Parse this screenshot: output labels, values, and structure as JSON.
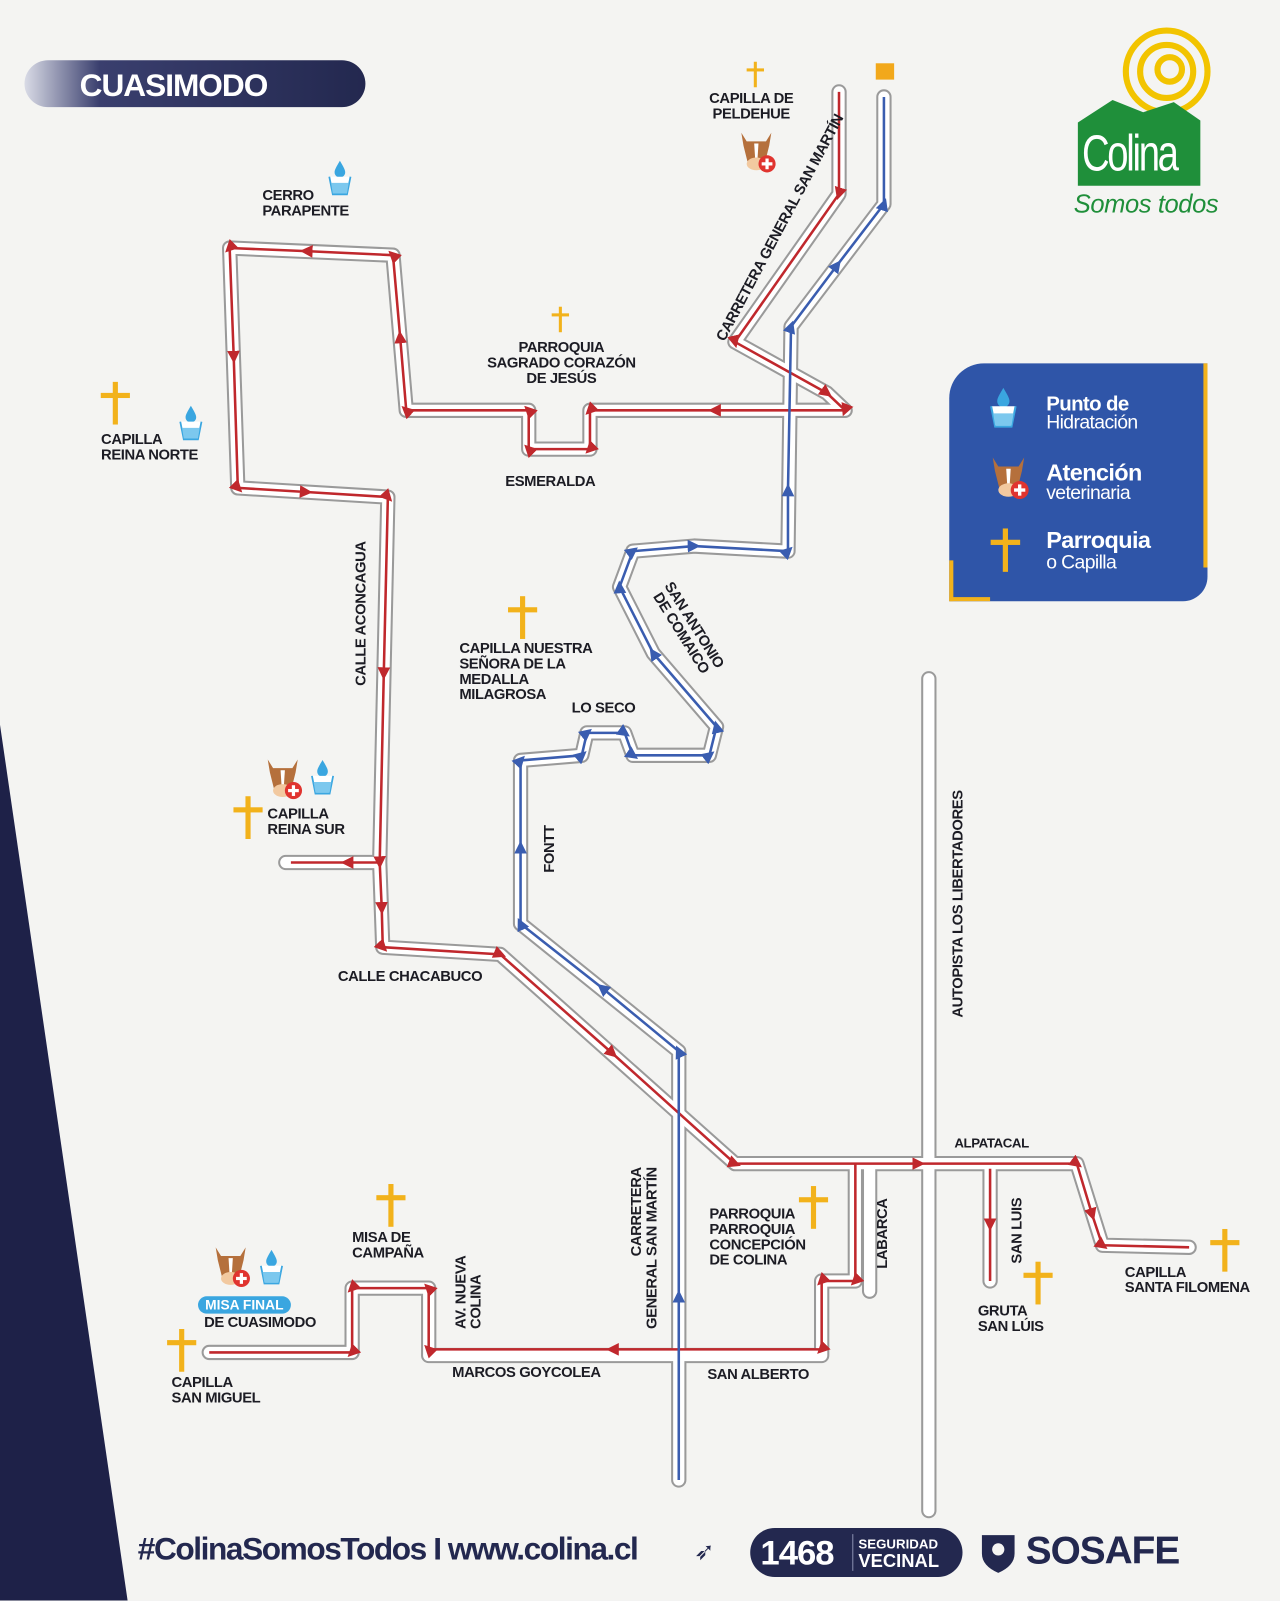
{
  "title": "CUASIMODO",
  "logo": {
    "name": "Colina",
    "slogan": "Somos todos"
  },
  "legend": [
    {
      "icon": "water-cup-icon",
      "title": "Punto de",
      "subtitle": "Hidratación"
    },
    {
      "icon": "horse-vet-icon",
      "title": "Atención",
      "subtitle": "veterinaria"
    },
    {
      "icon": "cross-icon",
      "title": "Parroquia",
      "subtitle": "o Capilla"
    }
  ],
  "places": {
    "capilla_peldehue": "CAPILLA DE\nPELDEHUE",
    "cerro_parapente": "CERRO\nPARAPENTE",
    "sagrado_corazon": "PARROQUIA\nSAGRADO CORAZÓN\nDE JESÚS",
    "capilla_reina_norte": "CAPILLA\nREINA NORTE",
    "capilla_medalla": "CAPILLA NUESTRA\nSEÑORA DE LA\nMEDALLA\nMILAGROSA",
    "capilla_reina_sur": "CAPILLA\nREINA SUR",
    "misa_campana": "MISA DE\nCAMPAÑA",
    "misa_final_badge": "MISA FINAL",
    "misa_final_sub": "DE CUASIMODO",
    "capilla_san_miguel": "CAPILLA\nSAN MIGUEL",
    "parroquia_concepcion": "PARROQUIA\nPARROQUIA\nCONCEPCIÓN\nDE COLINA",
    "gruta_san_luis": "GRUTA\nSAN LÚIS",
    "capilla_santa_filomena": "CAPILLA\nSANTA FILOMENA"
  },
  "streets": {
    "esmeralda": "ESMERALDA",
    "carretera_norte": "CARRETERA GENERAL SAN MARTÍN",
    "aconcagua": "CALLE ACONCAGUA",
    "san_antonio": "SAN ANTONIO\nDE COMAICO",
    "lo_seco": "LO SECO",
    "fontt": "FONTT",
    "chacabuco": "CALLE CHACABUCO",
    "autopista": "AUTOPISTA LOS LIBERTADORES",
    "alpatacal": "ALPATACAL",
    "carretera_sur": "CARRETERA\nGENERAL SAN MARTÍN",
    "labarca": "LABARCA",
    "san_luis": "SAN LUIS",
    "av_nueva_colina": "AV. NUEVA\nCOLINA",
    "marcos_goycolea": "MARCOS GOYCOLEA",
    "san_alberto": "SAN ALBERTO"
  },
  "footer": {
    "hashtag": "#ColinaSomosTodos I www.colina.cl",
    "phone": "1468",
    "phone_line1": "SEGURIDAD",
    "phone_line2": "VECINAL",
    "sosafe": "SOSAFE"
  },
  "colors": {
    "route_red": "#c0282d",
    "route_blue": "#3a5db0",
    "navy": "#23284f",
    "cross": "#f2b21b",
    "legend_bg": "#2f55a8"
  }
}
